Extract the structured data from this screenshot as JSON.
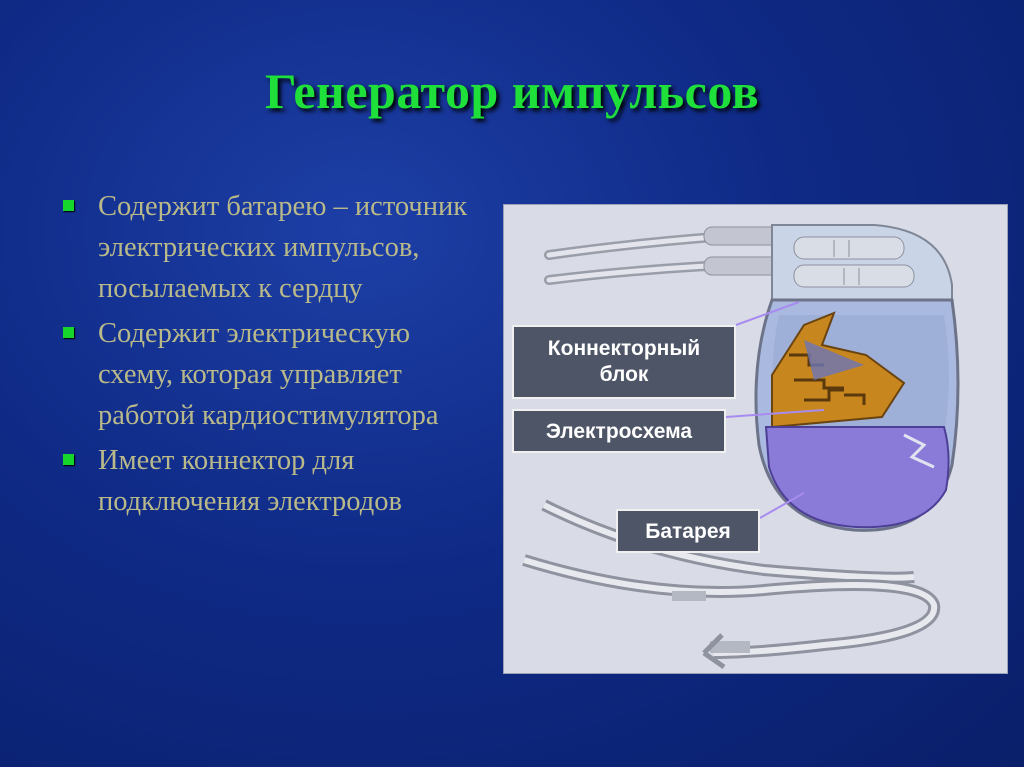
{
  "slide": {
    "title": "Генератор импульсов",
    "bullets": [
      {
        "text": "Содержит батарею – источник электрических импульсов, посылаемых к сердцу"
      },
      {
        "text": "Содержит электрическую схему, которая управляет работой кардиостимулятора"
      },
      {
        "text": "Имеет коннектор для подключения электродов"
      }
    ],
    "figure": {
      "labels": {
        "connector": "Коннекторный блок",
        "circuit": "Электросхема",
        "battery": "Батарея"
      }
    }
  },
  "colors": {
    "background": "#0f2a86",
    "title": "#1fe03a",
    "bullet_text": "#b9b98a",
    "bullet_marker": "#16d62c",
    "callout_bg": "#4d5566",
    "battery": "#8a7bd8",
    "circuit": "#c8861f"
  }
}
